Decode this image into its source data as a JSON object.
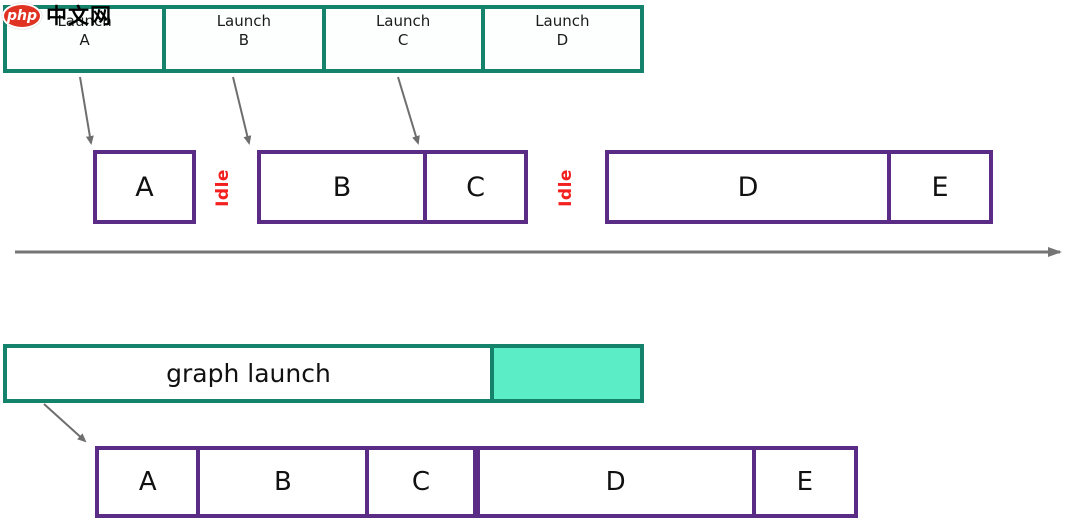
{
  "watermark": {
    "brand": "php",
    "site": "中文网"
  },
  "colors": {
    "teal_border": "#15826b",
    "teal_fill": "#5beec6",
    "purple_border": "#5a2c85",
    "idle_red": "#f32020",
    "arrow_gray": "#6e6e6e",
    "timeline_gray": "#757575"
  },
  "launch_row": {
    "items": [
      {
        "line1": "Launch",
        "line2": "A"
      },
      {
        "line1": "Launch",
        "line2": "B"
      },
      {
        "line1": "Launch",
        "line2": "C"
      },
      {
        "line1": "Launch",
        "line2": "D"
      }
    ]
  },
  "stream_row": {
    "idle_label": "Idle",
    "groups": [
      {
        "boxes": [
          {
            "label": "A"
          }
        ]
      },
      {
        "boxes": [
          {
            "label": "B"
          },
          {
            "label": "C"
          }
        ]
      },
      {
        "boxes": [
          {
            "label": "D"
          },
          {
            "label": "E"
          }
        ]
      }
    ]
  },
  "graph_launch": {
    "label": "graph launch"
  },
  "graph_row": {
    "boxes": [
      {
        "label": "A"
      },
      {
        "label": "B"
      },
      {
        "label": "C"
      },
      {
        "label": "D"
      },
      {
        "label": "E"
      }
    ]
  }
}
